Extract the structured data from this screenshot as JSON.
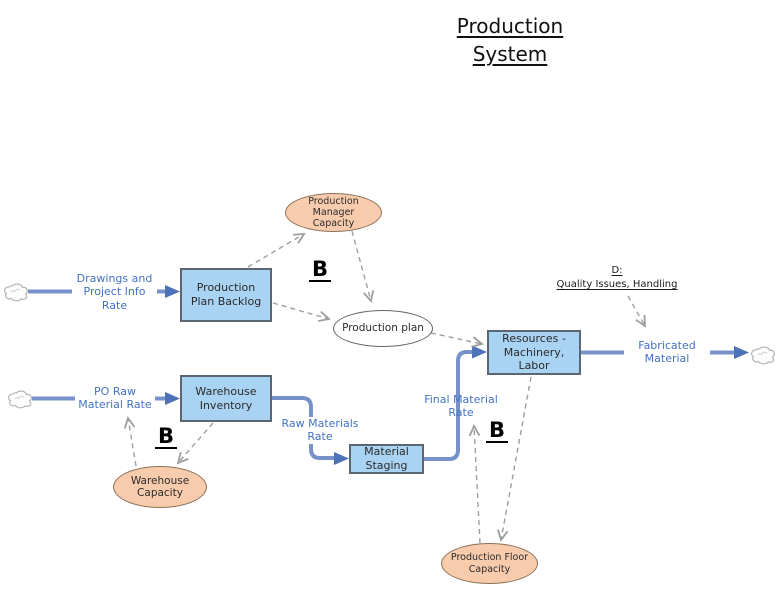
{
  "title": {
    "line1": "Production",
    "line2": "System"
  },
  "stocks": {
    "backlog": "Production Plan Backlog",
    "warehouse": "Warehouse Inventory",
    "staging": "Material Staging",
    "resources": "Resources - Machinery, Labor"
  },
  "auxiliaries": {
    "manager_capacity": "Production Manager Capacity",
    "production_plan": "Production plan",
    "warehouse_capacity": "Warehouse Capacity",
    "floor_capacity": "Production Floor Capacity"
  },
  "flows": {
    "drawings": "Drawings and Project Info Rate",
    "po_raw": "PO Raw Material Rate",
    "raw_materials": "Raw Materials Rate",
    "final_material": "Final Material Rate",
    "fabricated": "Fabricated Material"
  },
  "annotations": {
    "delay_line1": "D:",
    "delay_line2": "Quality Issues, Handling",
    "loop_b_plan": "B",
    "loop_b_warehouse": "B",
    "loop_b_floor": "B"
  },
  "colors": {
    "stock_fill": "#A9D3F2",
    "stock_border": "#5C6670",
    "capacity_fill": "#F8CBAD",
    "capacity_border": "#8A7257",
    "plan_fill": "#FFFFFF",
    "plan_border": "#666666",
    "flow_line": "#7792CB",
    "flow_arrow": "#4D72B8",
    "link_dash": "#9E9E9E",
    "label_text": "#4472C4"
  }
}
